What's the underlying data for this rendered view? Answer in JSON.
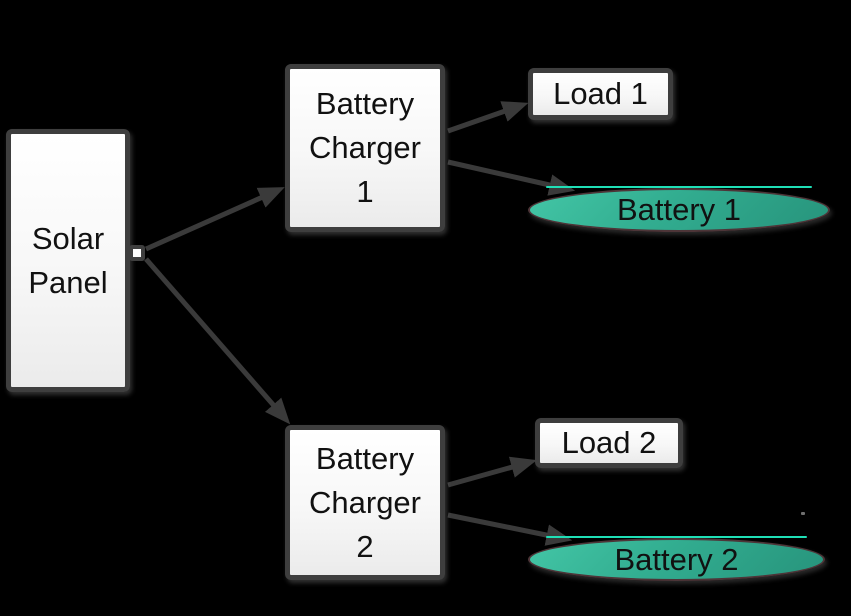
{
  "diagram": {
    "nodes": {
      "solar_panel": {
        "type": "box",
        "lines": [
          "Solar",
          "Panel"
        ]
      },
      "battery_charger_1": {
        "type": "box",
        "lines": [
          "Battery",
          "Charger",
          "1"
        ]
      },
      "load_1": {
        "type": "box",
        "label": "Load 1"
      },
      "battery_1": {
        "type": "ellipse",
        "label": "Battery 1"
      },
      "battery_charger_2": {
        "type": "box",
        "lines": [
          "Battery",
          "Charger",
          "2"
        ]
      },
      "load_2": {
        "type": "box",
        "label": "Load 2"
      },
      "battery_2": {
        "type": "ellipse",
        "label": "Battery 2"
      }
    },
    "edges": [
      {
        "from": "Solar Panel",
        "to": "Battery Charger 1"
      },
      {
        "from": "Solar Panel",
        "to": "Battery Charger 2"
      },
      {
        "from": "Battery Charger 1",
        "to": "Load 1"
      },
      {
        "from": "Battery Charger 1",
        "to": "Battery 1"
      },
      {
        "from": "Battery Charger 2",
        "to": "Load 2"
      },
      {
        "from": "Battery Charger 2",
        "to": "Battery 2"
      }
    ],
    "colors": {
      "background": "#000000",
      "box_fill_top": "#ffffff",
      "box_fill_bottom": "#ebebeb",
      "box_border": "#3e3e3e",
      "arrow": "#3a3a3a",
      "battery_fill_light": "#43c6a6",
      "battery_fill_dark": "#27947c",
      "battery_highlight": "#1fdfb6",
      "text": "#111111"
    }
  }
}
